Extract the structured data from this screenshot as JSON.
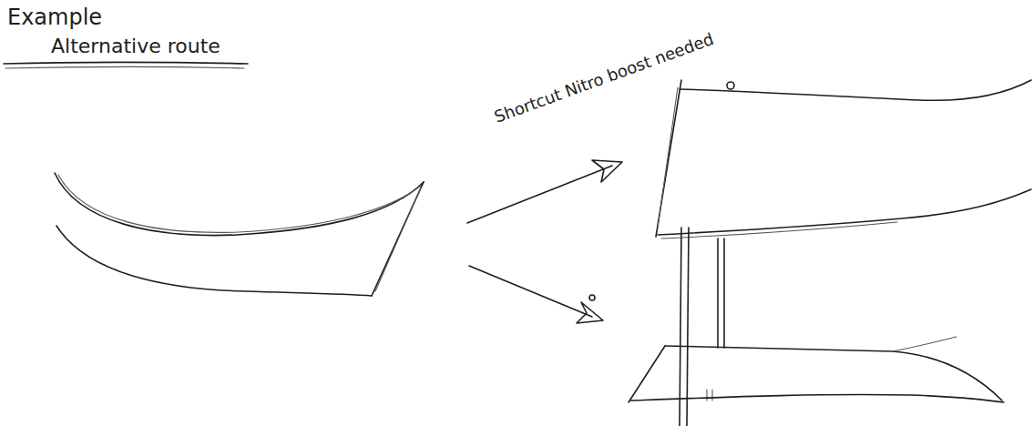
{
  "diagram": {
    "title": "Example",
    "labels": [
      "Alternative route",
      "Shortcut Nitro boost needed"
    ]
  }
}
